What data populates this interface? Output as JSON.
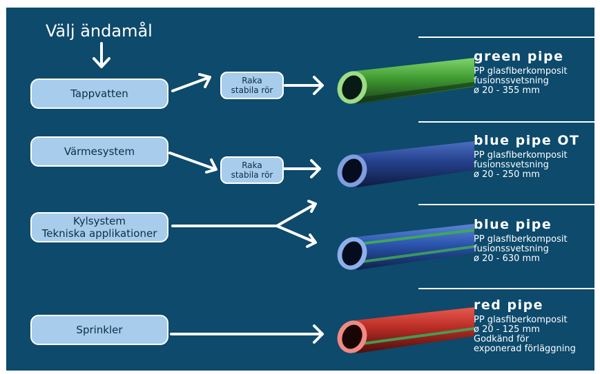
{
  "heading": "Välj ändamål",
  "uses": {
    "tappvatten": "Tappvatten",
    "varmesystem": "Värmesystem",
    "kylsystem_line1": "Kylsystem",
    "kylsystem_line2": "Tekniska applikationer",
    "sprinkler": "Sprinkler"
  },
  "intermediate": {
    "box1_line1": "Raka",
    "box1_line2": "stabila rör",
    "box2_line1": "Raka",
    "box2_line2": "stabila rör"
  },
  "products": [
    {
      "name": "green pipe",
      "lines": [
        "PP glasfiberkomposit",
        "fusionssvetsning",
        "ø 20 - 355 mm"
      ],
      "color": "#4caa3a"
    },
    {
      "name": "blue pipe OT",
      "lines": [
        "PP glasfiberkomposit",
        "fusionssvetsning",
        "ø 20 - 250 mm"
      ],
      "color": "#2a4fa0"
    },
    {
      "name": "blue pipe",
      "lines": [
        "PP glasfiberkomposit",
        "fusionssvetsning",
        "ø 20 - 630 mm"
      ],
      "color": "#2a55b0"
    },
    {
      "name": "red pipe",
      "lines": [
        "PP glasfiberkomposit",
        "ø 20 - 125 mm",
        "Godkänd för",
        "exponerad förläggning"
      ],
      "color": "#c8342c"
    }
  ],
  "colors": {
    "background": "#0d4a6c",
    "box": "#a7ccec",
    "arrow": "#ffffff"
  }
}
